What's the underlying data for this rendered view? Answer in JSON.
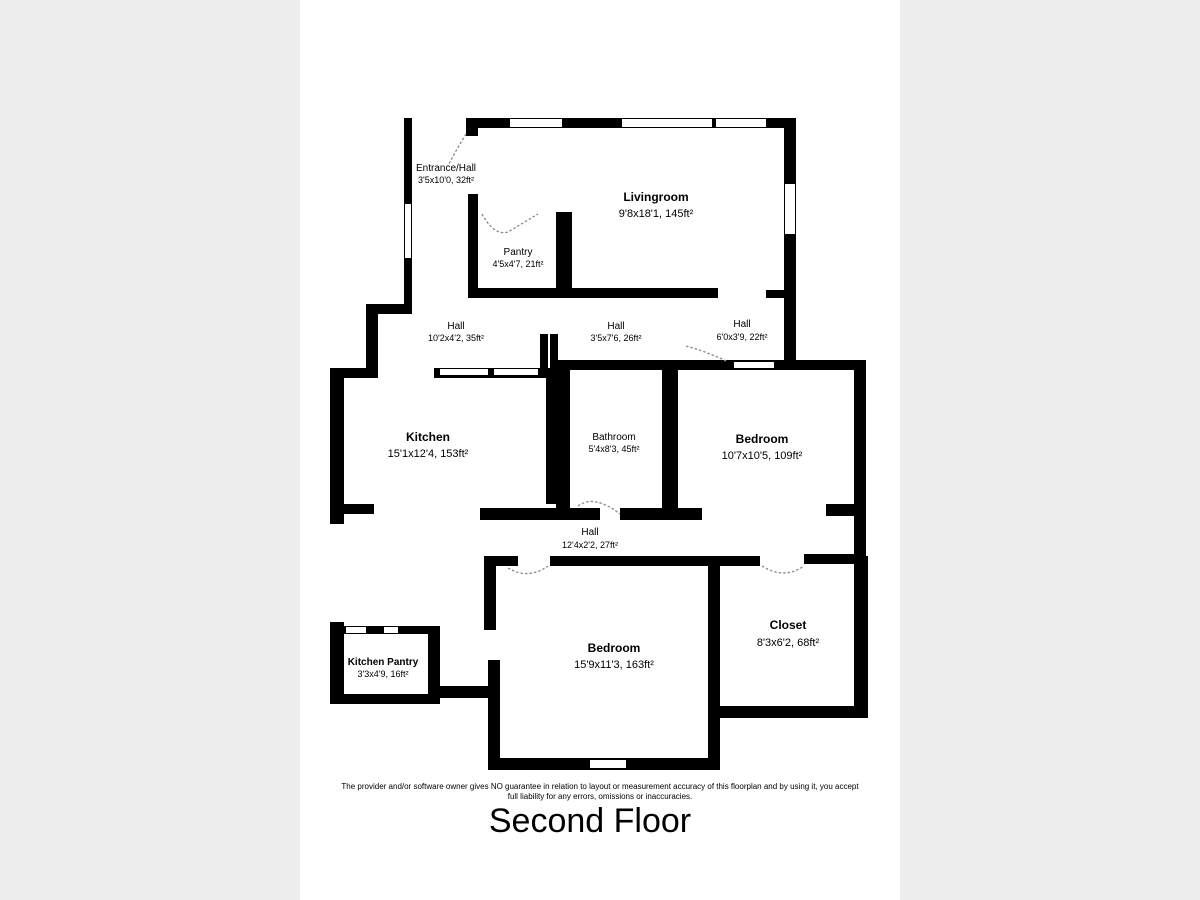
{
  "plan": {
    "title": "Second Floor",
    "disclaimer_line1": "The provider and/or software owner gives NO guarantee in relation to layout or measurement accuracy of this floorplan and by using it, you accept",
    "disclaimer_line2": "full liability for any errors, omissions or inaccuracies."
  },
  "rooms": {
    "entrance": {
      "name": "Entrance/Hall",
      "dims": "3'5x10'0, 32ft²"
    },
    "livingroom": {
      "name": "Livingroom",
      "dims": "9'8x18'1, 145ft²"
    },
    "pantry": {
      "name": "Pantry",
      "dims": "4'5x4'7, 21ft²"
    },
    "hall_left": {
      "name": "Hall",
      "dims": "10'2x4'2, 35ft²"
    },
    "hall_mid": {
      "name": "Hall",
      "dims": "3'5x7'6, 26ft²"
    },
    "hall_right": {
      "name": "Hall",
      "dims": "6'0x3'9, 22ft²"
    },
    "kitchen": {
      "name": "Kitchen",
      "dims": "15'1x12'4, 153ft²"
    },
    "bathroom": {
      "name": "Bathroom",
      "dims": "5'4x8'3, 45ft²"
    },
    "bedroom_upper": {
      "name": "Bedroom",
      "dims": "10'7x10'5, 109ft²"
    },
    "hall_lower": {
      "name": "Hall",
      "dims": "12'4x2'2, 27ft²"
    },
    "bedroom_lower": {
      "name": "Bedroom",
      "dims": "15'9x11'3, 163ft²"
    },
    "closet": {
      "name": "Closet",
      "dims": "8'3x6'2, 68ft²"
    },
    "kitchen_pantry": {
      "name": "Kitchen Pantry",
      "dims": "3'3x4'9, 16ft²"
    }
  },
  "colors": {
    "wall": "#000000",
    "door_swing": "#7d8b95",
    "background": "#ecedec",
    "sheet": "#ffffff"
  }
}
